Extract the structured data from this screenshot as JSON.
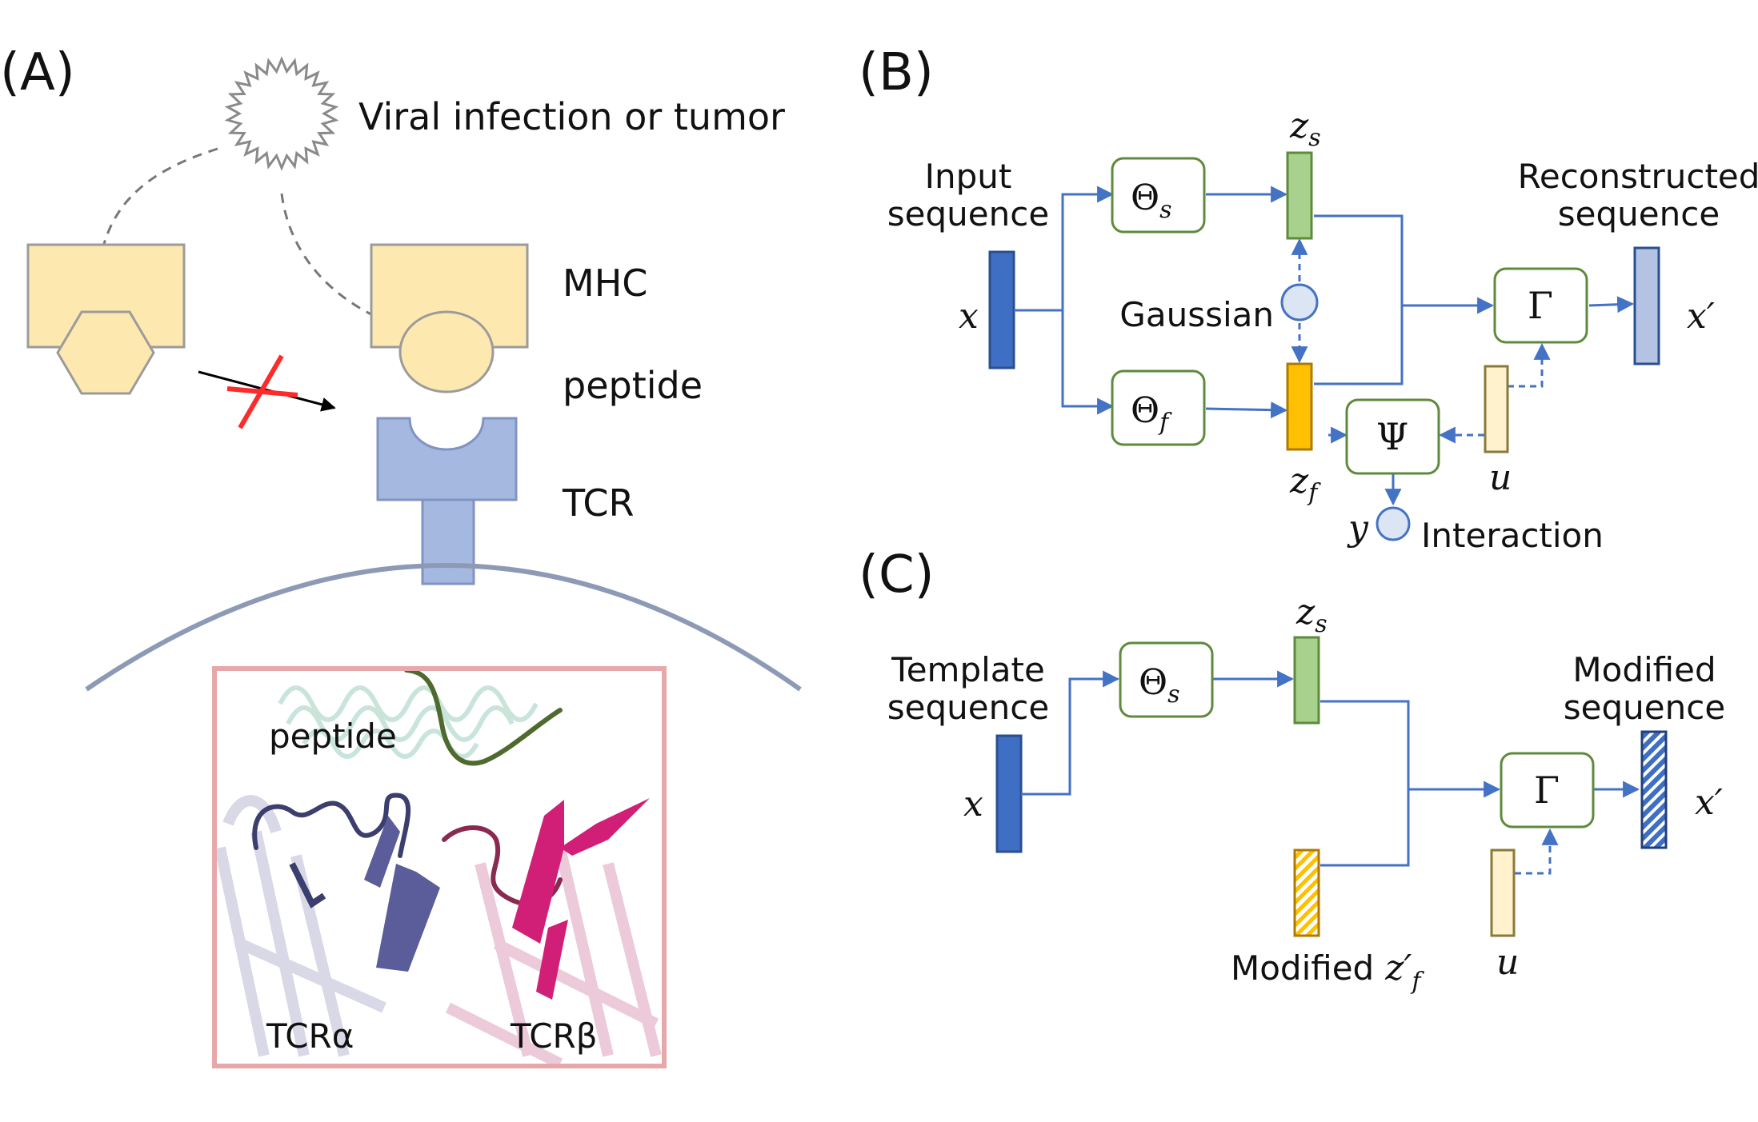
{
  "panels": {
    "a": {
      "label": "(A)",
      "infection": "Viral infection or tumor",
      "mhc": "MHC",
      "peptide": "peptide",
      "tcr": "TCR",
      "inset_peptide": "peptide",
      "tcr_alpha": "TCRα",
      "tcr_beta": "TCRβ"
    },
    "b": {
      "label": "(B)",
      "input_line1": "Input",
      "input_line2": "sequence",
      "recon_line1": "Reconstructed",
      "recon_line2": "sequence",
      "x": "x",
      "x_prime": "x′",
      "zs": "z",
      "zs_sub": "s",
      "zf": "z",
      "zf_sub": "f",
      "u": "u",
      "y": "y",
      "theta_s": "Θ",
      "theta_s_sub": "s",
      "theta_f": "Θ",
      "theta_f_sub": "f",
      "gamma": "Γ",
      "psi": "Ψ",
      "gaussian": "Gaussian",
      "interaction": "Interaction"
    },
    "c": {
      "label": "(C)",
      "template_line1": "Template",
      "template_line2": "sequence",
      "modified_line1": "Modified",
      "modified_line2": "sequence",
      "x": "x",
      "x_prime": "x′",
      "zs": "z",
      "zs_sub": "s",
      "theta_s": "Θ",
      "theta_s_sub": "s",
      "gamma": "Γ",
      "u": "u",
      "modified_z": "Modified",
      "z_prime": "z′",
      "z_prime_sub": "f"
    }
  },
  "colors": {
    "dark_blue": "#3f6fc4",
    "light_blue": "#b4c3e4",
    "green": "#a9d18e",
    "green_border": "#5e8a3c",
    "orange": "#ffc000",
    "cream": "#fff2cc",
    "cream_border": "#8a7a3a",
    "mhc_fill": "#fde8b0",
    "tcr_fill": "#a4b8e0",
    "arrow_blue": "#4472c4",
    "cross_red": "#ff2a2a"
  }
}
